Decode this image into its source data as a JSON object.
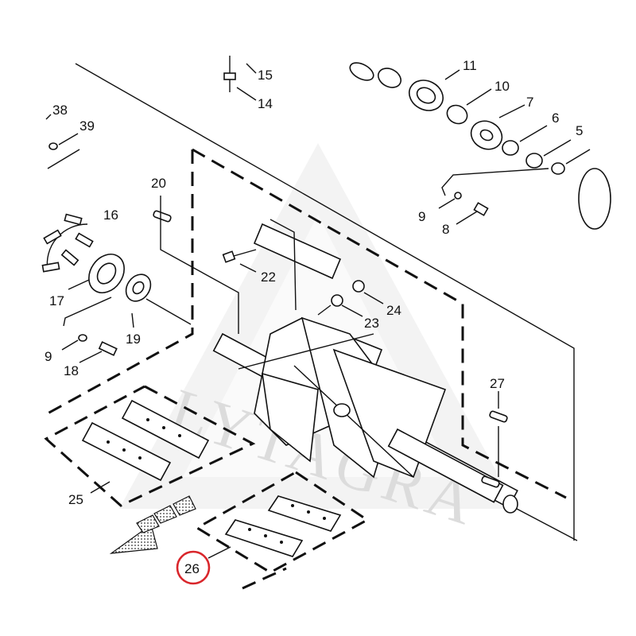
{
  "watermark": {
    "text": "LYTAGRA"
  },
  "callouts": [
    {
      "label": "15"
    },
    {
      "label": "14"
    },
    {
      "label": "11"
    },
    {
      "label": "10"
    },
    {
      "label": "7"
    },
    {
      "label": "6"
    },
    {
      "label": "5"
    },
    {
      "label": "38"
    },
    {
      "label": "39"
    },
    {
      "label": "20"
    },
    {
      "label": "16"
    },
    {
      "label": "9"
    },
    {
      "label": "8"
    },
    {
      "label": "22"
    },
    {
      "label": "17"
    },
    {
      "label": "24"
    },
    {
      "label": "23"
    },
    {
      "label": "19"
    },
    {
      "label": "9"
    },
    {
      "label": "18"
    },
    {
      "label": "27"
    },
    {
      "label": "25"
    },
    {
      "label": "26"
    }
  ],
  "highlight": {
    "label": "26",
    "color": "#d9262b"
  }
}
